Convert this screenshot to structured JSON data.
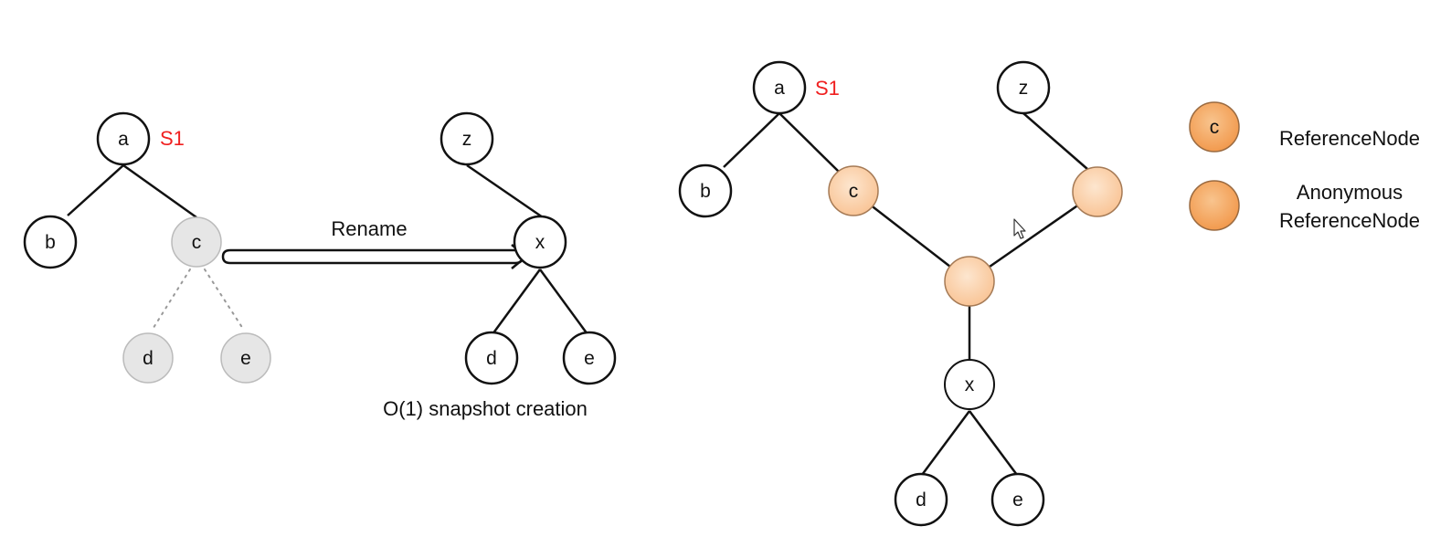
{
  "colors": {
    "snapshot_label": "#f02020",
    "stroke": "#111111",
    "deleted_fill": "#e6e6e6",
    "deleted_stroke": "#b4b4b4",
    "reference_fill": "#f5a660",
    "anonymous_fill": "#fdd5b0",
    "reference_stroke": "#9a6a40"
  },
  "left": {
    "nodes": {
      "a": "a",
      "b": "b",
      "c": "c",
      "d_old": "d",
      "e_old": "e",
      "z": "z",
      "x": "x",
      "d": "d",
      "e": "e"
    },
    "snapshot_label": "S1",
    "arrow_label": "Rename",
    "caption": "O(1) snapshot creation"
  },
  "right": {
    "nodes": {
      "a": "a",
      "b": "b",
      "c": "c",
      "z": "z",
      "x": "x",
      "d": "d",
      "e": "e"
    },
    "snapshot_label": "S1"
  },
  "legend": {
    "items": [
      {
        "symbol": "c",
        "label_lines": [
          "ReferenceNode"
        ]
      },
      {
        "symbol": "",
        "label_lines": [
          "Anonymous",
          "ReferenceNode"
        ]
      }
    ]
  }
}
